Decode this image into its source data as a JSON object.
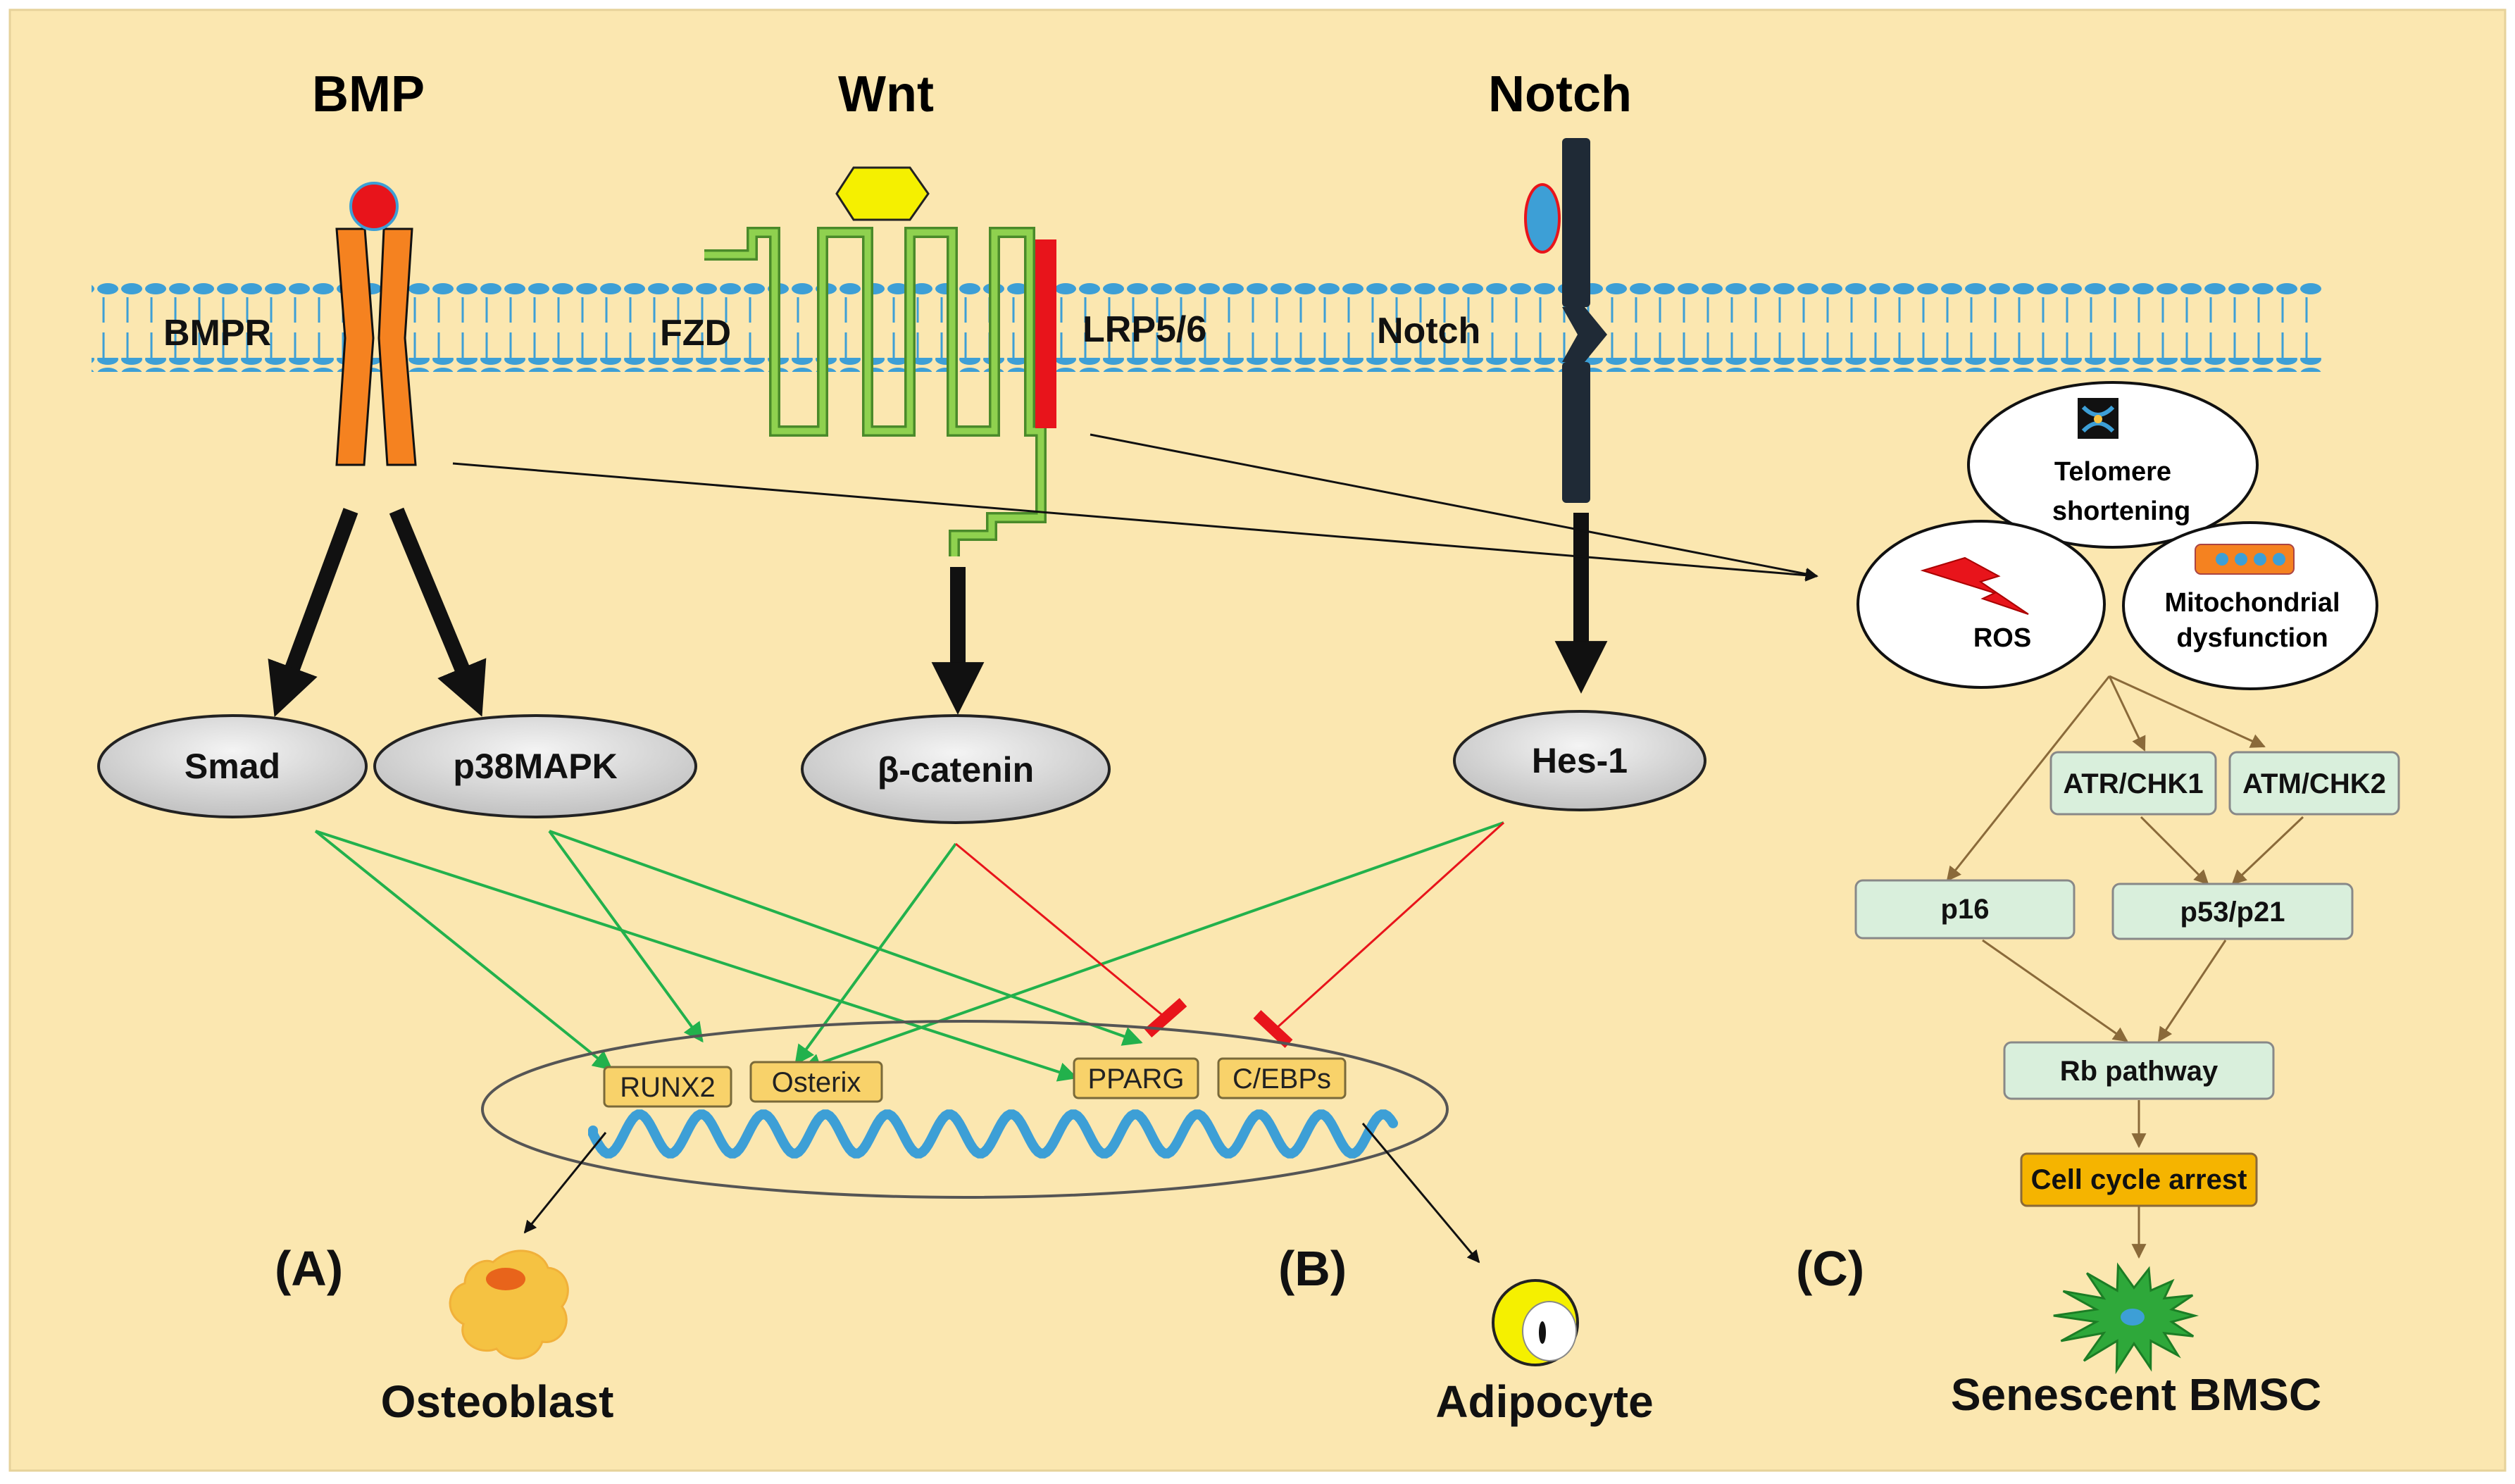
{
  "colors": {
    "background": "#fbe7b0",
    "membrane": "#3d9fd6",
    "bmpr": "#f58220",
    "bmp_ligand": "#e8141b",
    "wnt_ligand": "#f5f000",
    "fzd": "#8fd14f",
    "lrp": "#e8141b",
    "notch": "#1f2a36",
    "activation_arrow": "#22b14c",
    "inhibition": "#e8141b",
    "tf_box": "#f8d26a",
    "pathway_box": "#d9efdc",
    "cell_cycle_box": "#f5b400",
    "senescent_cell": "#2ea83a",
    "osteoblast": "#f5c242",
    "dna": "#3d9fd6"
  },
  "pathways": {
    "bmp_title": "BMP",
    "wnt_title": "Wnt",
    "notch_title": "Notch"
  },
  "membrane_labels": {
    "bmpr": "BMPR",
    "fzd": "FZD",
    "lrp": "LRP5/6",
    "notch": "Notch"
  },
  "mediators": {
    "smad": "Smad",
    "p38": "p38MAPK",
    "bcatenin": "β-catenin",
    "hes1": "Hes-1"
  },
  "transcription_factors": {
    "runx2": "RUNX2",
    "osterix": "Osterix",
    "pparg": "PPARG",
    "cebps": "C/EBPs"
  },
  "senescence": {
    "telomere_line1": "Telomere",
    "telomere_line2": "shortening",
    "ros": "ROS",
    "mito_line1": "Mitochondrial",
    "mito_line2": "dysfunction",
    "atr": "ATR/CHK1",
    "atm": "ATM/CHK2",
    "p16": "p16",
    "p53": "p53/p21",
    "rb": "Rb pathway",
    "arrest": "Cell cycle arrest"
  },
  "panels": {
    "a": "(A)",
    "b": "(B)",
    "c": "(C)"
  },
  "cells": {
    "osteoblast": "Osteoblast",
    "adipocyte": "Adipocyte",
    "senescent": "Senescent BMSC"
  }
}
